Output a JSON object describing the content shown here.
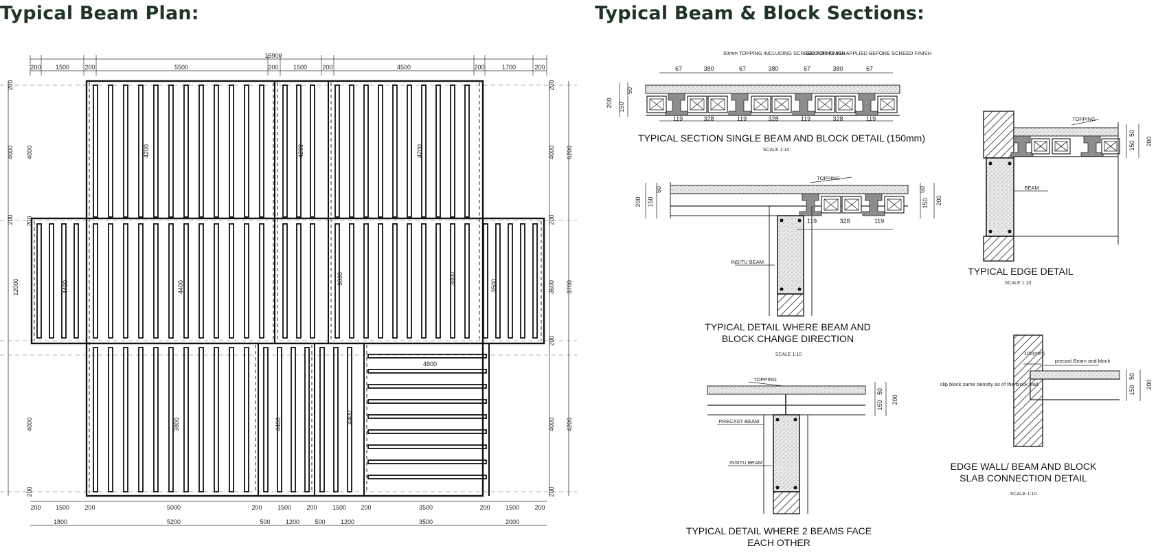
{
  "headings": {
    "left": "Typical Beam Plan:",
    "right": "Typical Beam & Block Sections:"
  },
  "plan": {
    "overall_top": "15900",
    "top_dims": [
      "200",
      "1500",
      "200",
      "5500",
      "200",
      "1500",
      "200",
      "4500",
      "200",
      "1700",
      "200"
    ],
    "bottom_dims": [
      "200",
      "1500",
      "200",
      "5000",
      "200",
      "1500",
      "200",
      "1500",
      "200",
      "3500",
      "200",
      "1500",
      "200"
    ],
    "bottom_totals": [
      "1800",
      "5200",
      "500",
      "1200",
      "500",
      "1200",
      "3500",
      "2000"
    ],
    "left_dims": [
      "200",
      "4000",
      "200",
      "12000",
      "4000",
      "200",
      "4000",
      "200"
    ],
    "right_dims": [
      "200",
      "4000",
      "6200",
      "200",
      "3600",
      "3700",
      "200",
      "4000",
      "4200",
      "200"
    ],
    "inner_labels": [
      "4200",
      "4200",
      "4200",
      "4400",
      "4400",
      "3800",
      "3800",
      "3500",
      "3800",
      "4400",
      "4400",
      "4800"
    ]
  },
  "sections": {
    "single": {
      "caption": "TYPICAL SECTION SINGLE BEAM AND BLOCK DETAIL  (150mm)",
      "scale": "SCALE 1:10",
      "note1": "50mm TOPPING INCLUDING SCREED FOR FINISH",
      "note2": "GROUTING MIX APPLIED BEFORE SCREED FINISH",
      "top_dims": [
        "67",
        "380",
        "67",
        "380",
        "67",
        "380",
        "67"
      ],
      "bottom_dims": [
        "119",
        "328",
        "119",
        "328",
        "119",
        "328",
        "119"
      ],
      "left_dims": [
        "200",
        "150",
        "50"
      ]
    },
    "edge": {
      "caption": "TYPICAL EDGE DETAIL",
      "scale": "SCALE 1:10",
      "topping": "TOPPING",
      "beam": "BEAM",
      "right_dims": [
        "50",
        "150",
        "200"
      ]
    },
    "change": {
      "caption_line1": "TYPICAL DETAIL WHERE BEAM AND",
      "caption_line2": "BLOCK CHANGE DIRECTION",
      "scale": "SCALE 1:10",
      "topping": "TOPPING",
      "insitu": "INSITU BEAM",
      "dims": [
        "119",
        "328",
        "119"
      ],
      "left_dims": [
        "200",
        "150",
        "50"
      ],
      "right_dims": [
        "50",
        "150",
        "200"
      ]
    },
    "facing": {
      "caption_line1": "TYPICAL DETAIL  WHERE 2 BEAMS FACE",
      "caption_line2": "EACH OTHER",
      "topping": "TOPPING",
      "precast": "PRECAST BEAM",
      "insitu": "INSITU BEAM",
      "right_dims": [
        "50",
        "150",
        "200"
      ]
    },
    "edgewall": {
      "caption_line1": "EDGE WALL/ BEAM AND BLOCK",
      "caption_line2": "SLAB CONNECTION DETAIL",
      "scale": "SCALE 1:10",
      "dim100": "100(mm)",
      "note_precast": "precast Beam and block",
      "note_slip": "slip block same density as of the block wall",
      "right_dims": [
        "50",
        "150",
        "200"
      ]
    }
  }
}
